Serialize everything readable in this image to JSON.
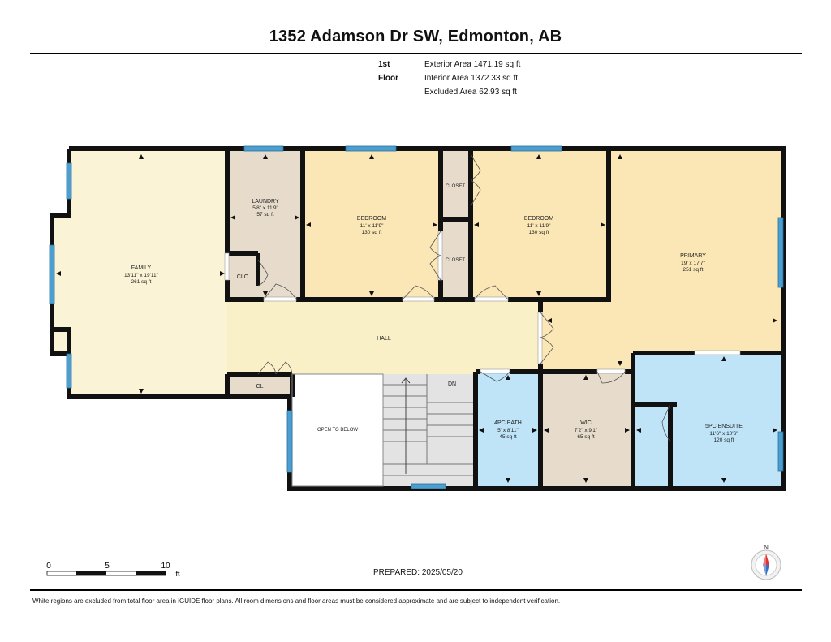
{
  "title": "1352 Adamson Dr SW, Edmonton, AB",
  "floor": {
    "name": "1st Floor",
    "exterior_area": "Exterior Area 1471.19 sq ft",
    "interior_area": "Interior Area 1372.33 sq ft",
    "excluded_area": "Excluded Area 62.93 sq ft"
  },
  "rooms": {
    "family": {
      "name": "FAMILY",
      "dims": "13'11\" x 19'11\"",
      "area": "261 sq ft"
    },
    "laundry": {
      "name": "LAUNDRY",
      "dims": "5'8\" x 11'9\"",
      "area": "57 sq ft"
    },
    "bedroom1": {
      "name": "BEDROOM",
      "dims": "11' x 11'9\"",
      "area": "130 sq ft"
    },
    "bedroom2": {
      "name": "BEDROOM",
      "dims": "11' x 11'9\"",
      "area": "130 sq ft"
    },
    "primary": {
      "name": "PRIMARY",
      "dims": "19' x 17'7\"",
      "area": "251 sq ft"
    },
    "bath4": {
      "name": "4PC BATH",
      "dims": "5' x 8'11\"",
      "area": "45 sq ft"
    },
    "wic": {
      "name": "WIC",
      "dims": "7'2\" x 9'1\"",
      "area": "65 sq ft"
    },
    "ensuite": {
      "name": "5PC ENSUITE",
      "dims": "11'6\" x 10'6\"",
      "area": "120 sq ft"
    }
  },
  "labels": {
    "clo": "CLO",
    "closet_top": "CLOSET",
    "closet_bottom": "CLOSET",
    "hall": "HALL",
    "cl": "CL",
    "open_to_below": "OPEN TO BELOW",
    "dn": "DN"
  },
  "scale": {
    "tick0": "0",
    "tick5": "5",
    "tick10": "10",
    "unit": "ft"
  },
  "prepared": "PREPARED: 2025/05/20",
  "compass_label": "N",
  "footnote": "White regions are excluded from total floor area in iGUIDE floor plans. All room dimensions and floor areas must be considered approximate and are subject to independent verification.",
  "colors": {
    "wall": "#111111",
    "family": "#fbf3d6",
    "bedroom": "#fbe7b5",
    "primary": "#fbe7b5",
    "hall": "#faf0c8",
    "utility": "#e7dccb",
    "bath": "#bfe4f8",
    "stairs": "#e3e3e3",
    "window": "#4a9fd0"
  }
}
